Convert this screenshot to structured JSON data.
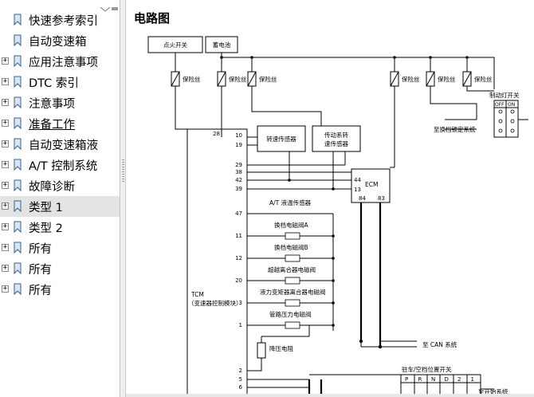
{
  "sidebar": {
    "items": [
      {
        "label": "快速参考索引",
        "expandable": false,
        "underline": false,
        "selected": false
      },
      {
        "label": "自动变速箱",
        "expandable": false,
        "underline": false,
        "selected": false
      },
      {
        "label": "应用注意事项",
        "expandable": true,
        "underline": false,
        "selected": false
      },
      {
        "label": "DTC 索引",
        "expandable": true,
        "underline": false,
        "selected": false
      },
      {
        "label": "注意事项",
        "expandable": true,
        "underline": false,
        "selected": false
      },
      {
        "label": "准备工作",
        "expandable": true,
        "underline": true,
        "selected": false
      },
      {
        "label": "自动变速箱液",
        "expandable": true,
        "underline": false,
        "selected": false
      },
      {
        "label": "A/T 控制系统",
        "expandable": true,
        "underline": false,
        "selected": false
      },
      {
        "label": "故障诊断",
        "expandable": true,
        "underline": false,
        "selected": false
      },
      {
        "label": "类型 1",
        "expandable": true,
        "underline": false,
        "selected": true
      },
      {
        "label": "类型 2",
        "expandable": true,
        "underline": false,
        "selected": false
      },
      {
        "label": "所有",
        "expandable": true,
        "underline": false,
        "selected": false
      },
      {
        "label": "所有",
        "expandable": true,
        "underline": false,
        "selected": false
      },
      {
        "label": "所有",
        "expandable": true,
        "underline": false,
        "selected": false
      }
    ],
    "expand_symbol": "+"
  },
  "document": {
    "title": "电路图",
    "diagram": {
      "boxes": {
        "ignition": "点火开关",
        "battery": "蓄电池",
        "speed_sensor": "转速传感器",
        "drive_speed_sensor_1": "传动系转",
        "drive_speed_sensor_2": "速传感器",
        "ecm": "ECM"
      },
      "fuse": "保险丝",
      "brake_switch": "制动灯开关",
      "brake_off": "OFF",
      "brake_on": "ON",
      "shift_lock": "至换档锁定系统",
      "tcm_1": "TCM",
      "tcm_2": "（变速器控制模块）",
      "temp_sensor": "A/T 液温传感器",
      "solenoid_a": "换档电磁阀A",
      "solenoid_b": "换档电磁阀B",
      "overrun_clutch": "超越离合器电磁阀",
      "lockup": "液力变矩器离合器电磁阀",
      "line_pressure": "管路压力电磁阀",
      "resistor": "降压电阻",
      "can": "至 CAN 系统",
      "park_neutral": "驻车/空档位置开关",
      "pnd_labels": [
        "P",
        "R",
        "N",
        "D",
        "2",
        "1"
      ],
      "start_system": "至开始系统",
      "tcm_pins": [
        "28",
        "10",
        "19",
        "29",
        "38",
        "42",
        "39",
        "47",
        "11",
        "12",
        "20",
        "3",
        "1",
        "2",
        "5",
        "6"
      ],
      "ecm_pins": [
        "44",
        "13",
        "84",
        "83"
      ]
    }
  }
}
